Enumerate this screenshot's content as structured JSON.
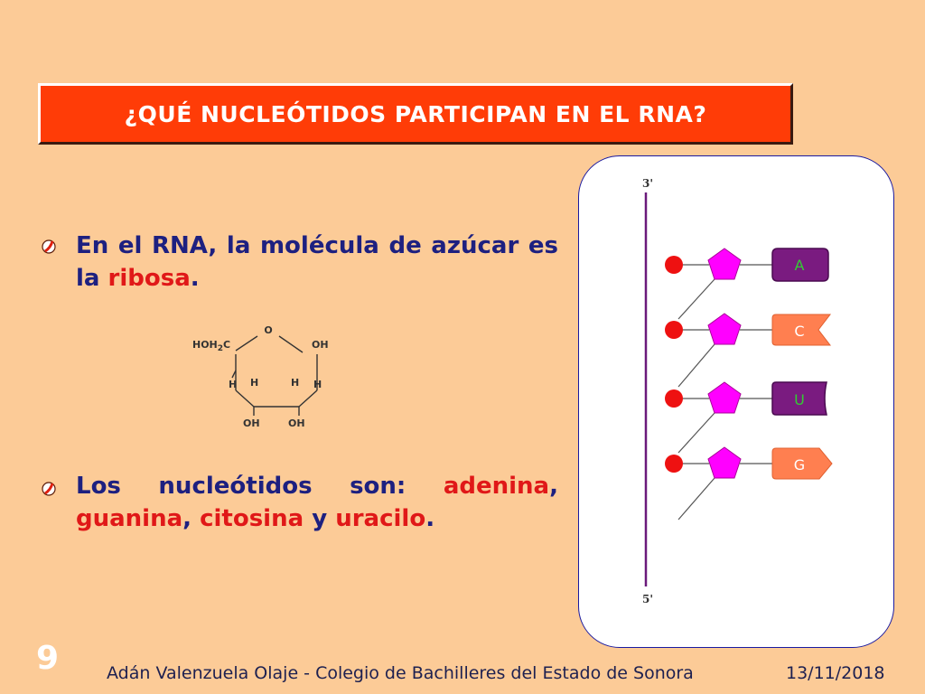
{
  "slide": {
    "title": "¿QUÉ NUCLEÓTIDOS PARTICIPAN EN EL RNA?",
    "bullet1": {
      "text": "En el RNA, la molécula de azúcar es la ",
      "highlight": "ribosa",
      "end": "."
    },
    "bullet2": {
      "text": "Los nucleótidos son: ",
      "adenina": "adenina",
      "comma1": ", ",
      "guanina": "guanina",
      "comma2": ", ",
      "citosina": "citosina",
      "and": " y ",
      "uracilo": "uracilo",
      "end": "."
    }
  },
  "ribose": {
    "ring_o": "O",
    "hoh2c": "HOH2C",
    "oh_right": "OH",
    "h1": "H",
    "h2": "H",
    "h3": "H",
    "h4": "H",
    "oh_b1": "OH",
    "oh_b2": "OH"
  },
  "strand": {
    "top_label": "3'",
    "bottom_label": "5'",
    "bases": [
      "A",
      "C",
      "U",
      "G"
    ]
  },
  "footer": {
    "page": "9",
    "author": "Adán Valenzuela Olaje - Colegio de Bachilleres del Estado de Sonora",
    "date": "13/11/2018"
  },
  "colors": {
    "background": "#fccb97",
    "title_bg": "#ff3c07",
    "text_blue": "#1d2080",
    "highlight_red": "#e01818",
    "phosphate": "#ee1111",
    "sugar": "#ff00ff",
    "base_purple": "#7a1b80",
    "base_orange": "#ff7f50"
  }
}
